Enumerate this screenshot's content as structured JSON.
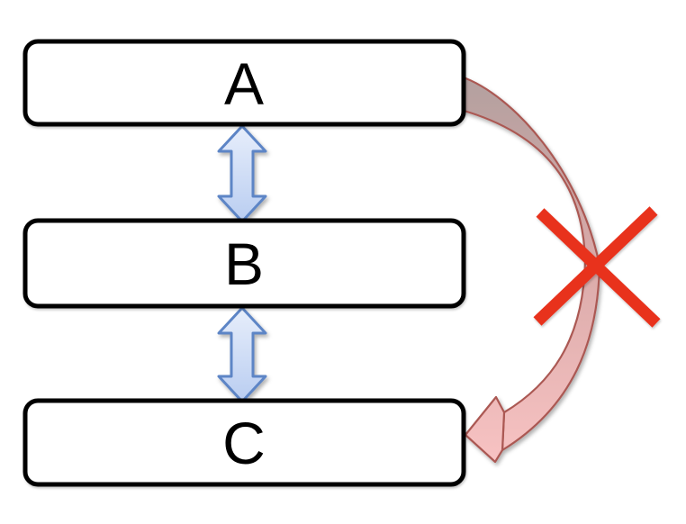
{
  "nodes": [
    {
      "label": "A"
    },
    {
      "label": "B"
    },
    {
      "label": "C"
    }
  ],
  "connectors": {
    "a_b": "double-headed-arrow",
    "b_c": "double-headed-arrow",
    "a_c": "curved-arrow-crossed-out",
    "x_mark": "x-icon"
  },
  "colors": {
    "background": "#ffffff",
    "box_fill": "#ffffff",
    "box_border": "#000000",
    "blue_arrow_top": "#e7eefb",
    "blue_arrow_bottom": "#b9cdf1",
    "blue_arrow_border": "#5d85c6",
    "curved_arrow_tail": "#b3a09f",
    "curved_arrow_mid": "#d8a9a8",
    "curved_arrow_head": "#f8c3c3",
    "curved_arrow_border": "#ab5953",
    "x_red": "#e8311f"
  }
}
